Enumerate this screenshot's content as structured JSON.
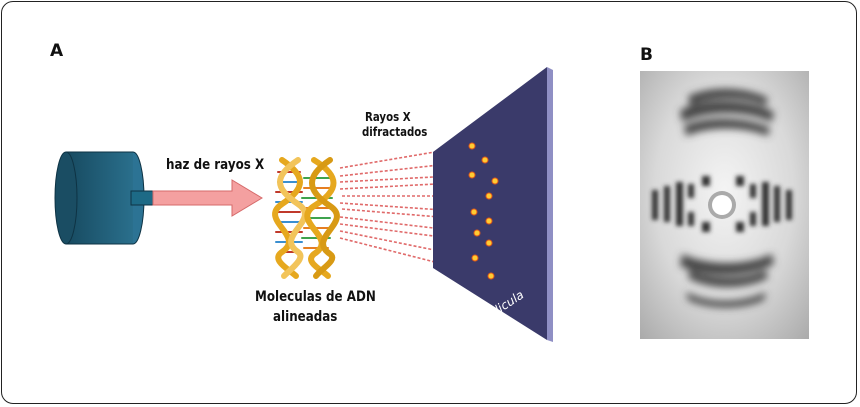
{
  "panels": {
    "a_label": "A",
    "b_label": "B"
  },
  "labels": {
    "beam": "haz de rayos X",
    "diffracted_line1": "Rayos X",
    "diffracted_line2": "difractados",
    "molecules_line1": "Moleculas de ADN",
    "molecules_line2": "alineadas",
    "film": "Pelicula"
  },
  "colors": {
    "source": "#1f5a73",
    "beam": "#f4a0a0",
    "film": "#3a3a6a",
    "film_edge": "#8f8fc4",
    "dna_gold": "#e6a81e",
    "spot": "#ffcc33"
  }
}
